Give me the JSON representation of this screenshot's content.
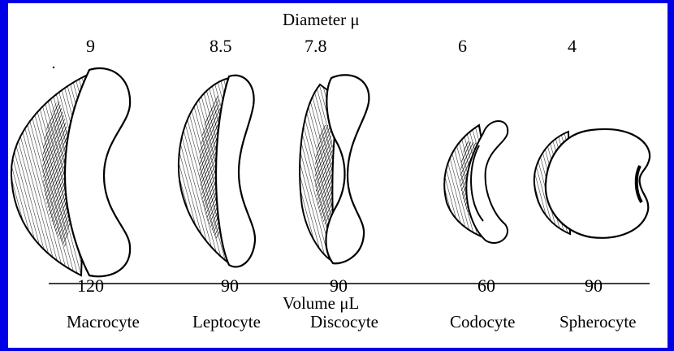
{
  "title": "Diameter μ",
  "diameters": [
    "9",
    "8.5",
    "7.8",
    "6",
    "4"
  ],
  "volumes": [
    "120",
    "90",
    "90",
    "60",
    "90"
  ],
  "volume_label": "Volume μL",
  "cell_names": [
    "Macrocyte",
    "Leptocyte",
    "Discocyte",
    "Codocyte",
    "Spherocyte"
  ],
  "colors": {
    "background": "#0000e6",
    "panel": "#ffffff",
    "ink": "#000000"
  }
}
